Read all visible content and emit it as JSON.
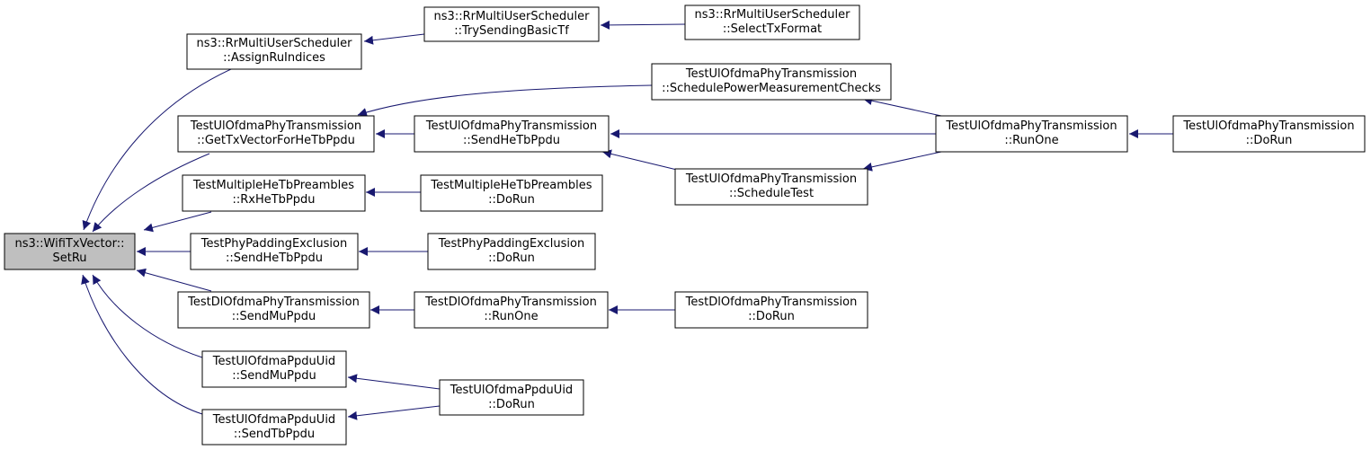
{
  "graph": {
    "edge_color": "#191970",
    "focus_fill": "#bfbfbf",
    "nodes": {
      "n_setru": {
        "lines": [
          "ns3::WifiTxVector::",
          "SetRu"
        ],
        "focus": true
      },
      "n_assignru": {
        "lines": [
          "ns3::RrMultiUserScheduler",
          "::AssignRuIndices"
        ]
      },
      "n_trysending": {
        "lines": [
          "ns3::RrMultiUserScheduler",
          "::TrySendingBasicTf"
        ]
      },
      "n_selecttx": {
        "lines": [
          "ns3::RrMultiUserScheduler",
          "::SelectTxFormat"
        ]
      },
      "n_gettxvec": {
        "lines": [
          "TestUlOfdmaPhyTransmission",
          "::GetTxVectorForHeTbPpdu"
        ]
      },
      "n_schedpower": {
        "lines": [
          "TestUlOfdmaPhyTransmission",
          "::SchedulePowerMeasurementChecks"
        ]
      },
      "n_sendhetb": {
        "lines": [
          "TestUlOfdmaPhyTransmission",
          "::SendHeTbPpdu"
        ]
      },
      "n_ul_runone": {
        "lines": [
          "TestUlOfdmaPhyTransmission",
          "::RunOne"
        ]
      },
      "n_ul_dorun": {
        "lines": [
          "TestUlOfdmaPhyTransmission",
          "::DoRun"
        ]
      },
      "n_schedtest": {
        "lines": [
          "TestUlOfdmaPhyTransmission",
          "::ScheduleTest"
        ]
      },
      "n_rxhetb": {
        "lines": [
          "TestMultipleHeTbPreambles",
          "::RxHeTbPpdu"
        ]
      },
      "n_mhtb_dorun": {
        "lines": [
          "TestMultipleHeTbPreambles",
          "::DoRun"
        ]
      },
      "n_pad_send": {
        "lines": [
          "TestPhyPaddingExclusion",
          "::SendHeTbPpdu"
        ]
      },
      "n_pad_dorun": {
        "lines": [
          "TestPhyPaddingExclusion",
          "::DoRun"
        ]
      },
      "n_dl_sendmu": {
        "lines": [
          "TestDlOfdmaPhyTransmission",
          "::SendMuPpdu"
        ]
      },
      "n_dl_runone": {
        "lines": [
          "TestDlOfdmaPhyTransmission",
          "::RunOne"
        ]
      },
      "n_dl_dorun": {
        "lines": [
          "TestDlOfdmaPhyTransmission",
          "::DoRun"
        ]
      },
      "n_uid_sendmu": {
        "lines": [
          "TestUlOfdmaPpduUid",
          "::SendMuPpdu"
        ]
      },
      "n_uid_dorun": {
        "lines": [
          "TestUlOfdmaPpduUid",
          "::DoRun"
        ]
      },
      "n_uid_sendtb": {
        "lines": [
          "TestUlOfdmaPpduUid",
          "::SendTbPpdu"
        ]
      }
    }
  }
}
